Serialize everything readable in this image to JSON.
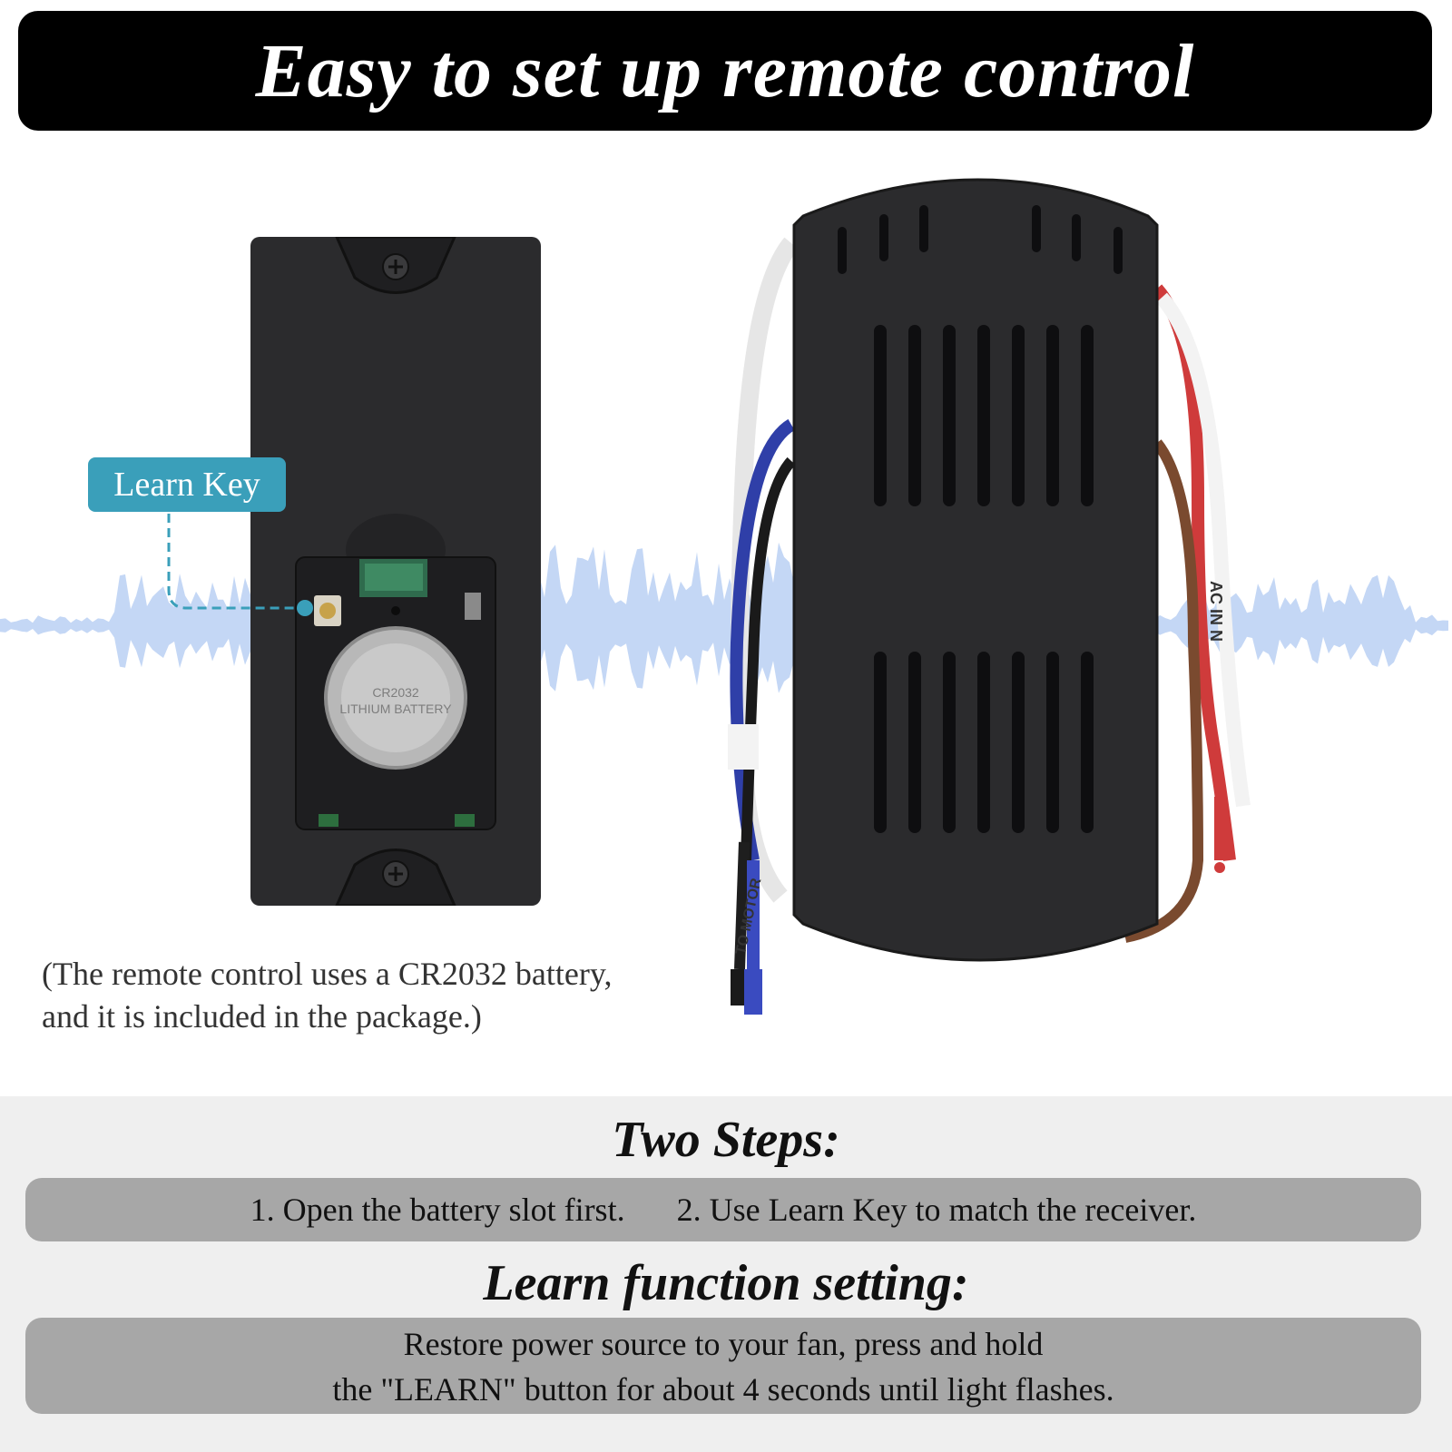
{
  "header": {
    "title": "Easy to set up remote control"
  },
  "remote": {
    "learn_key_label": "Learn Key",
    "battery_text_1": "CR2032",
    "battery_text_2": "LITHIUM BATTERY"
  },
  "note": {
    "line1": "(The remote control uses a CR2032 battery,",
    "line2": "and it is included in the package.)"
  },
  "receiver": {
    "wire_label_right": "AC IN N",
    "wire_label_left": "TO MOTOR"
  },
  "steps": {
    "heading": "Two Steps:",
    "step1": "1. Open the battery slot first.",
    "step2": "2. Use Learn Key to match the receiver."
  },
  "learn": {
    "heading": "Learn function setting:",
    "line1": "Restore power source to your fan, press and hold",
    "line2": "the \"LEARN\" button for about 4 seconds until light flashes."
  },
  "colors": {
    "accent": "#3a9fba",
    "wave": "#c4d7f5",
    "device": "#2b2b2d"
  }
}
